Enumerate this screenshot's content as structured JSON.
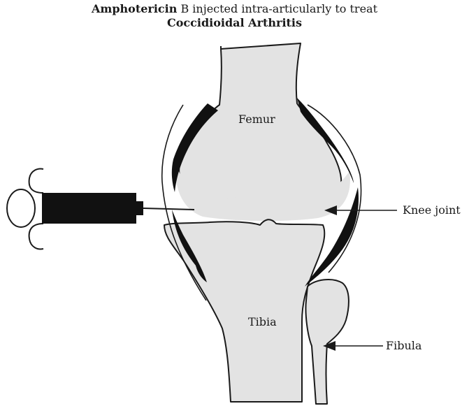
{
  "title": {
    "line1_bold": "Amphotericin",
    "line1_rest": " B injected intra-articularly to treat",
    "line2_bold": "Coccidioidal Arthritis"
  },
  "labels": {
    "femur": "Femur",
    "tibia": "Tibia",
    "knee_joint": "Knee joint",
    "fibula": "Fibula"
  },
  "colors": {
    "bone_fill": "#e3e3e3",
    "outline": "#1a1a1a",
    "cartilage": "#111111",
    "background": "#ffffff"
  }
}
